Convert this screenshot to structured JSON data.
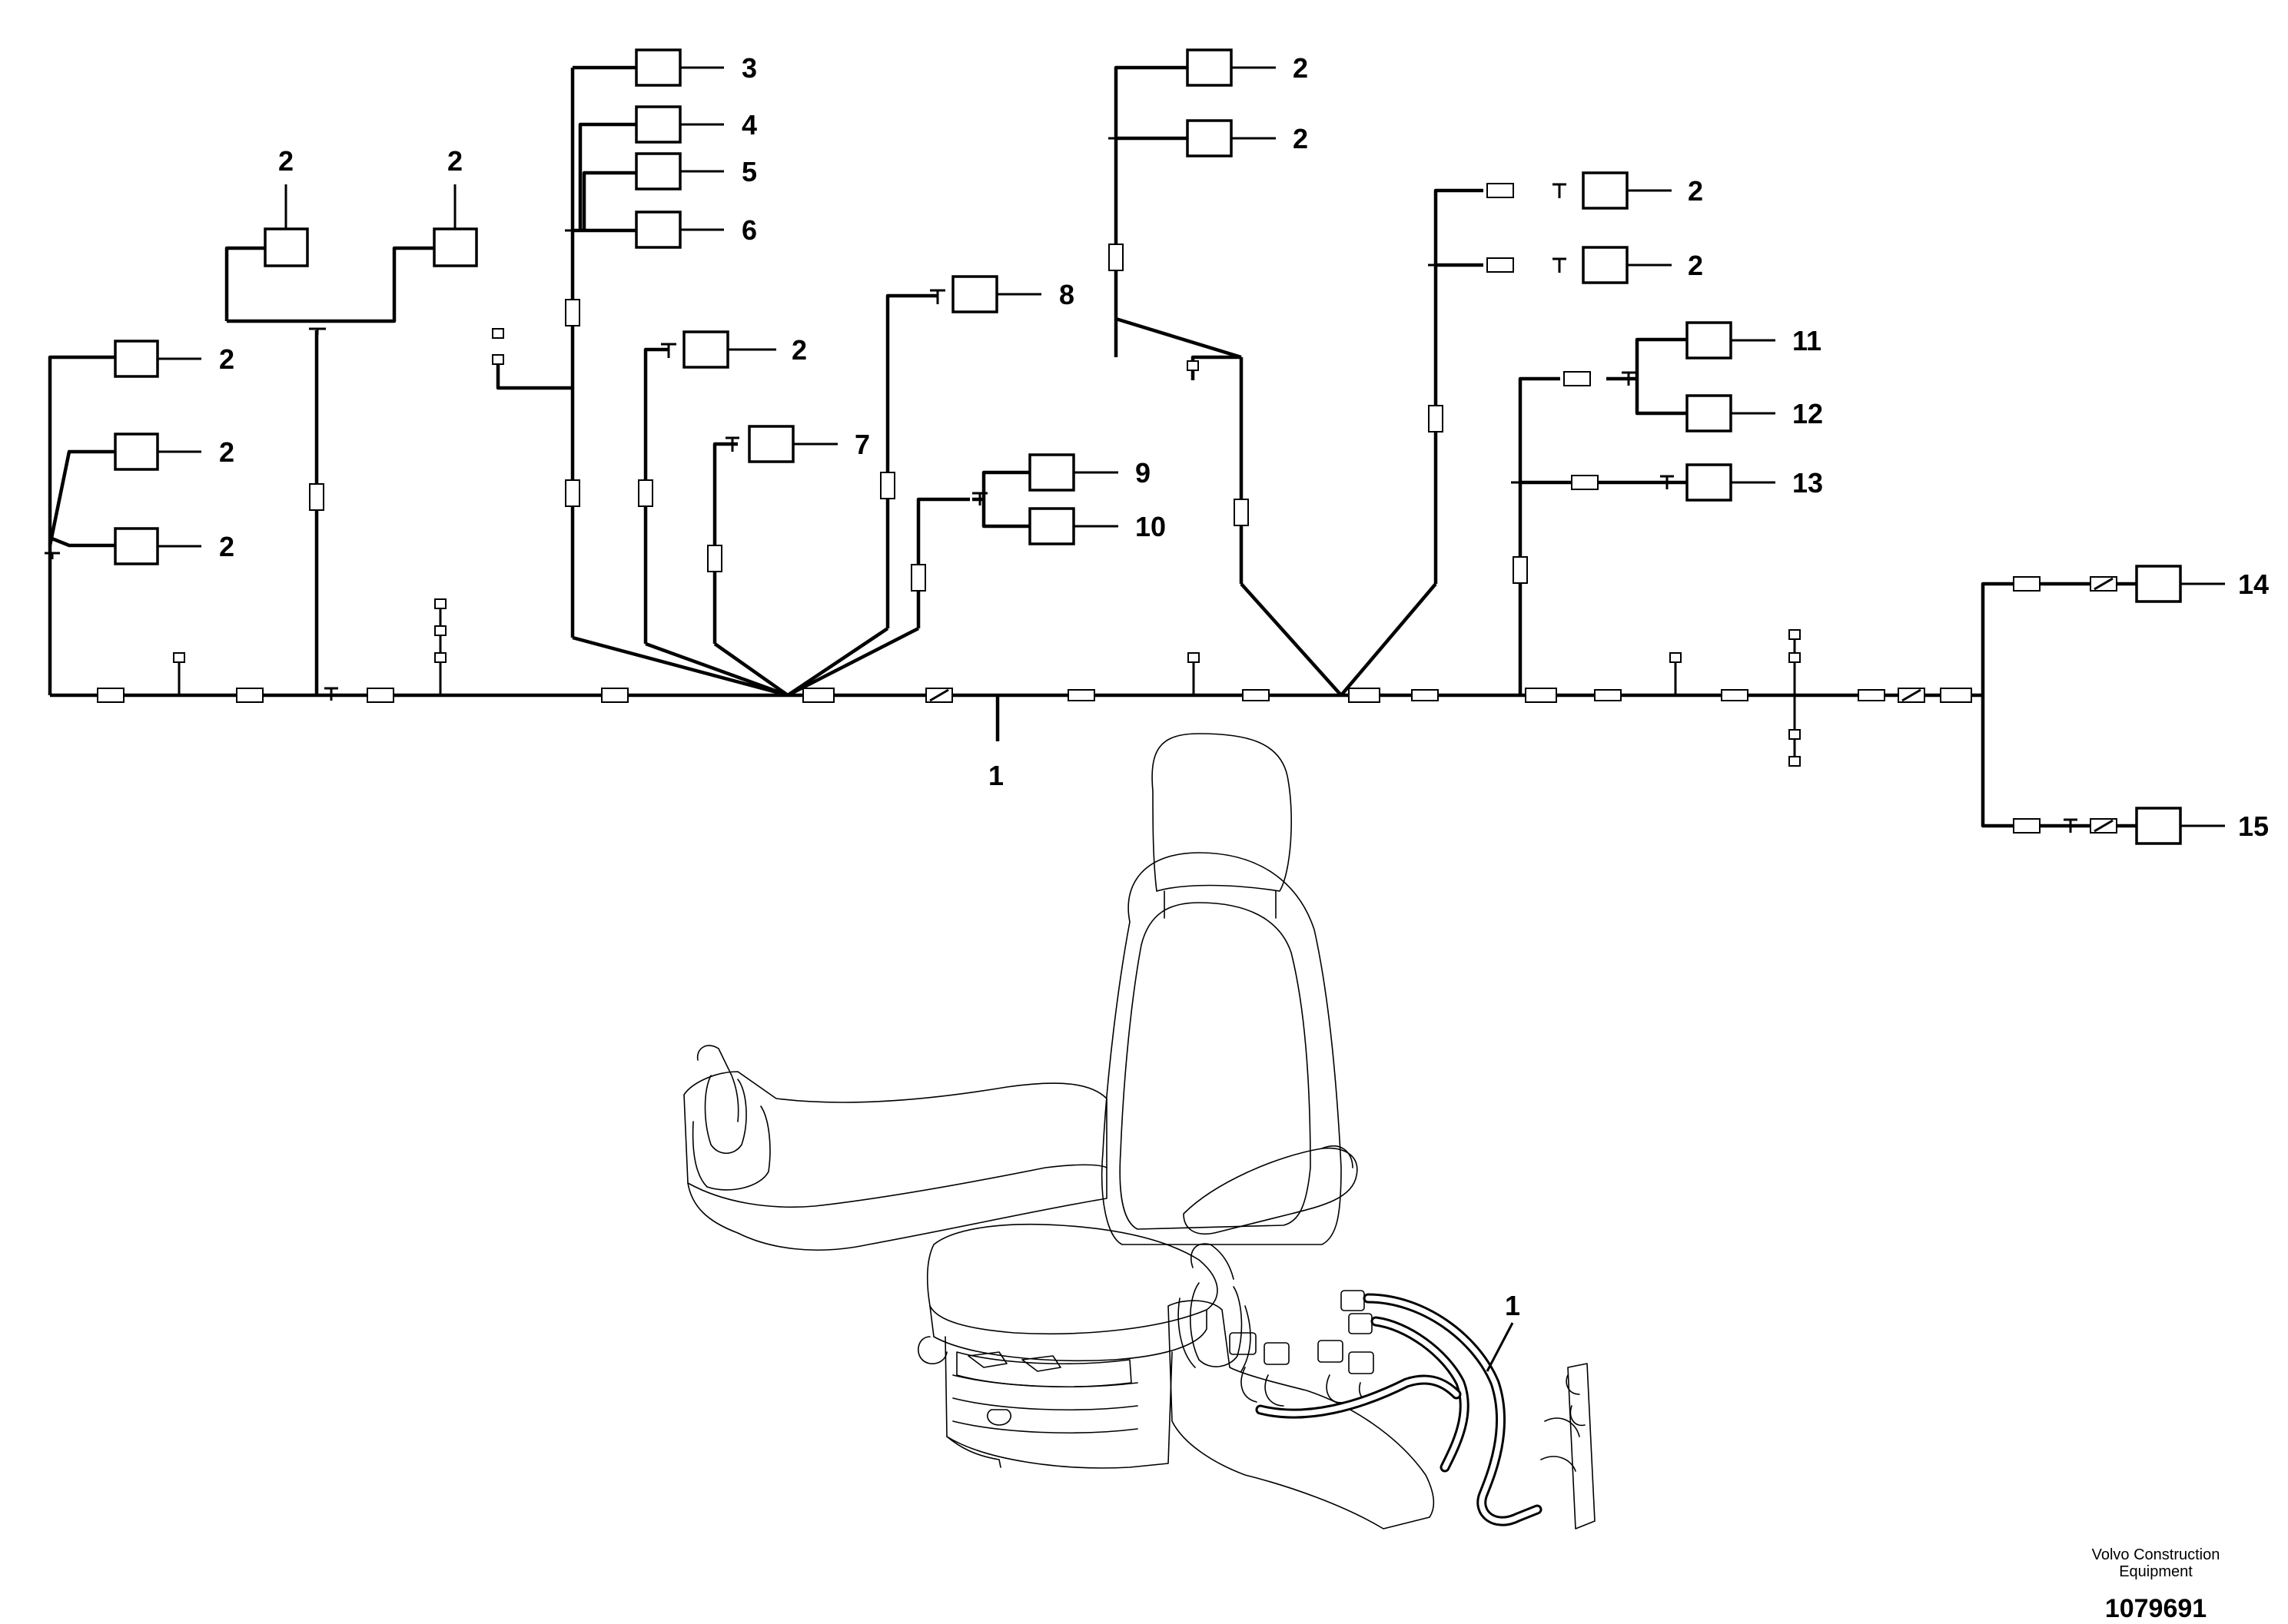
{
  "callouts": {
    "main_harness": "1",
    "part_2": "2",
    "part_3": "3",
    "part_4": "4",
    "part_5": "5",
    "part_6": "6",
    "part_7": "7",
    "part_8": "8",
    "part_9": "9",
    "part_10": "10",
    "part_11": "11",
    "part_12": "12",
    "part_13": "13",
    "part_14": "14",
    "part_15": "15"
  },
  "brand": {
    "line1": "Volvo Construction",
    "line2": "Equipment",
    "doc_number": "1079691"
  }
}
